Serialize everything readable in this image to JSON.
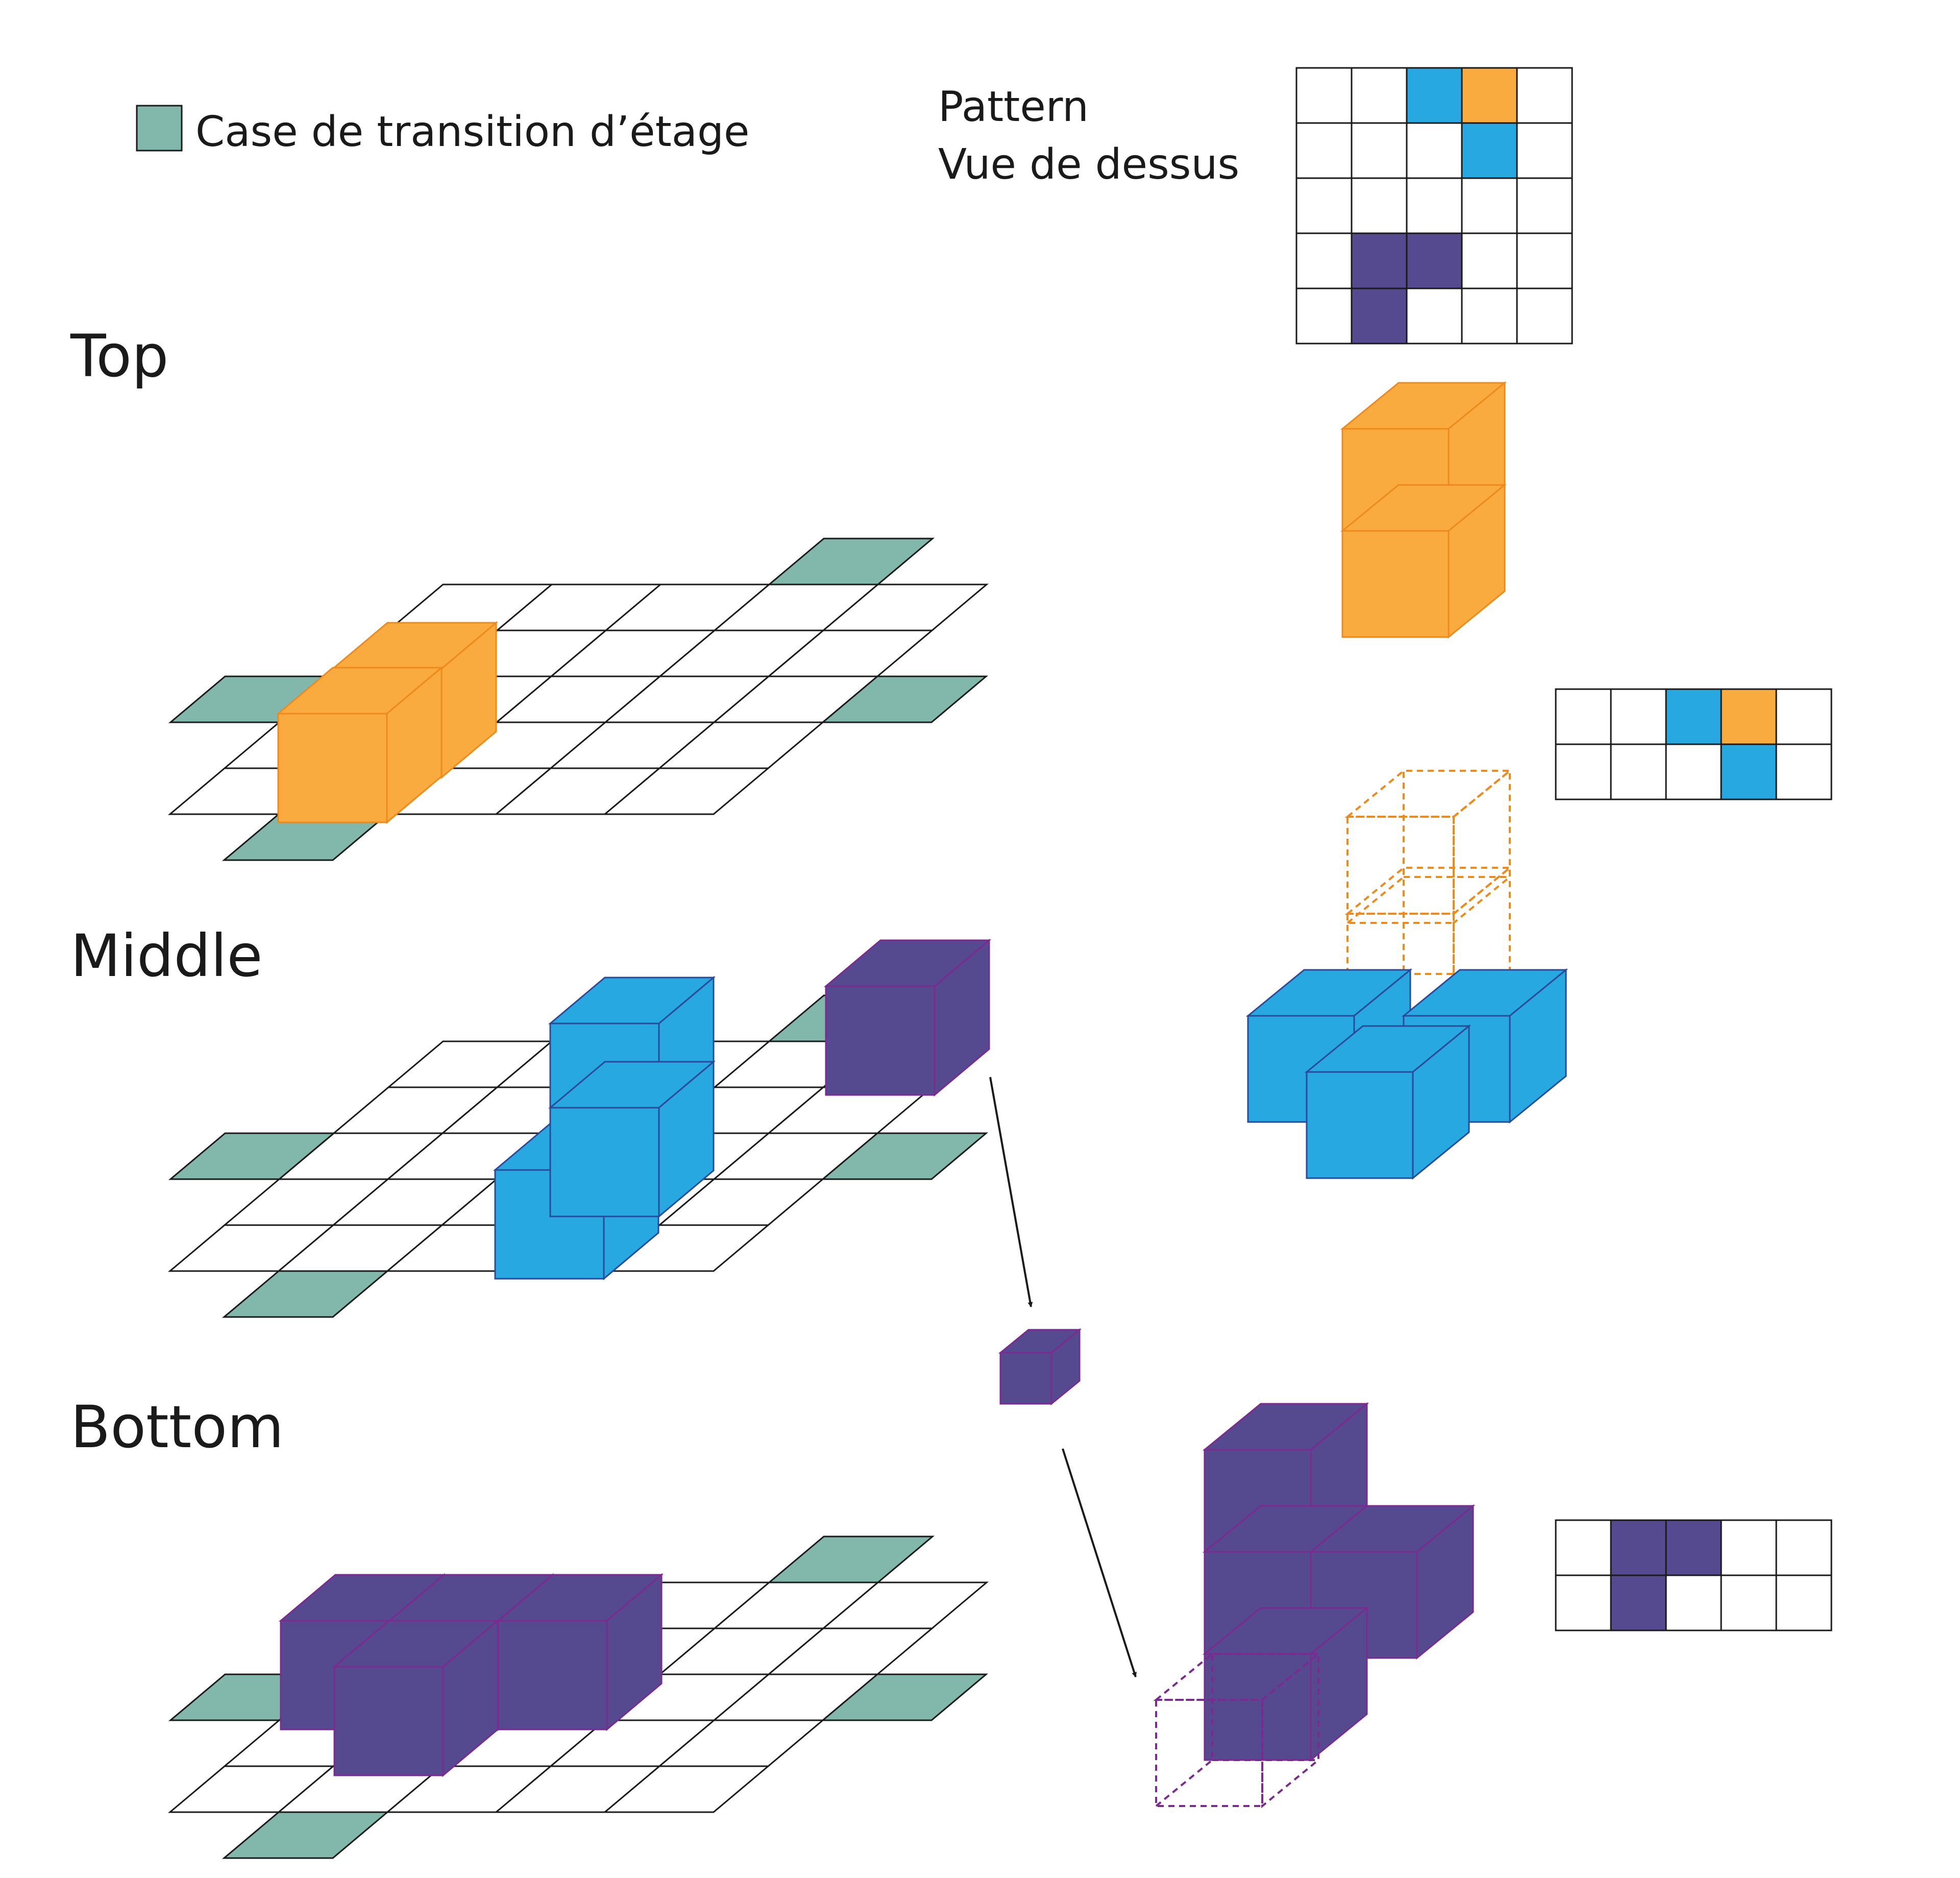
{
  "legend": {
    "label": "Case de transition d’étage",
    "swatch_color": "#82b7ac"
  },
  "pattern": {
    "title_line1": "Pattern",
    "title_line2": "Vue de dessus",
    "grid": [
      [
        "",
        "",
        "blue",
        "orange",
        ""
      ],
      [
        "",
        "",
        "",
        "blue",
        ""
      ],
      [
        "",
        "",
        "",
        "",
        ""
      ],
      [
        "",
        "purple",
        "purple",
        "",
        ""
      ],
      [
        "",
        "purple",
        "",
        "",
        ""
      ]
    ]
  },
  "levels": {
    "top": "Top",
    "middle": "Middle",
    "bottom": "Bottom"
  },
  "slices": {
    "middle_rows": [
      [
        "",
        "",
        "blue",
        "orange",
        ""
      ],
      [
        "",
        "",
        "",
        "blue",
        ""
      ]
    ],
    "bottom_rows": [
      [
        "",
        "purple",
        "purple",
        "",
        ""
      ],
      [
        "",
        "purple",
        "",
        "",
        ""
      ]
    ]
  },
  "colors": {
    "orange": "#f9ab3f",
    "orange_edge": "#ee8a1c",
    "blue": "#27a8e0",
    "blue_edge": "#2a4a9a",
    "purple": "#554a8f",
    "purple_edge": "#7a2a90",
    "transition": "#82b7ac",
    "grid_line": "#1a1a1a"
  }
}
